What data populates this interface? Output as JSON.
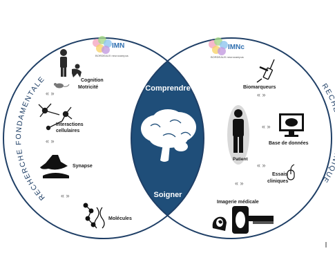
{
  "colors": {
    "navy": "#1f4e79",
    "ring": "#1f3f66",
    "patient_bg": "#d9d9d9"
  },
  "left": {
    "arc_title": "RECHERCHE FONDAMENTALE",
    "logo": {
      "word": "IMN",
      "caption": "BORDEAUX neurocampus"
    },
    "items": {
      "cognition": "Cognition",
      "motricite": "Motricité",
      "interactions_1": "Interactions",
      "interactions_2": "cellulaires",
      "synapse": "Synapse",
      "molecules": "Molécules"
    }
  },
  "right": {
    "arc_title": "RECHERCHE CLINIQUE",
    "logo": {
      "word": "IMNc",
      "caption": "BORDEAUX neurocampus"
    },
    "items": {
      "biomarqueurs": "Biomarqueurs",
      "patient": "Patient",
      "base": "Base de données",
      "essais_1": "Essais",
      "essais_2": "cliniques",
      "imagerie": "Imagerie médicale"
    }
  },
  "center": {
    "top": "Comprendre",
    "bottom": "Soigner"
  },
  "quote_glyph": "«  »",
  "icons": [
    "human-monkey-mouse-icon",
    "neuron-icon",
    "synapse-icon",
    "molecule-icon",
    "syringe-icon",
    "patient-icon",
    "monitor-brain-icon",
    "mouse-icon",
    "mri-scanner-icon",
    "brain-icon"
  ]
}
